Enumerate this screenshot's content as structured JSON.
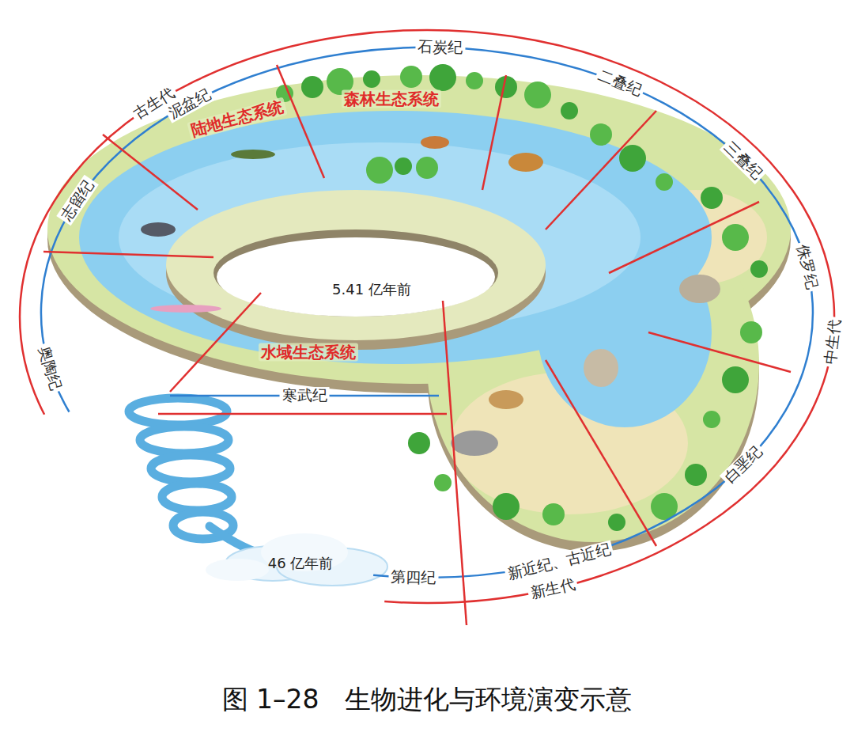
{
  "diagram": {
    "caption": "图 1–28　生物进化与环境演变示意",
    "labels": [
      "古生代",
      "泥盆纪",
      "石炭纪",
      "二叠纪",
      "三叠纪",
      "侏罗纪",
      "中生代",
      "白垩纪",
      "新近纪、古近纪",
      "第四纪",
      "新生代",
      "寒武纪",
      "奥陶纪",
      "志留纪",
      "陆地生态系统",
      "森林生态系统",
      "水域生态系统",
      "5.41 亿年前",
      "46 亿年前"
    ]
  }
}
